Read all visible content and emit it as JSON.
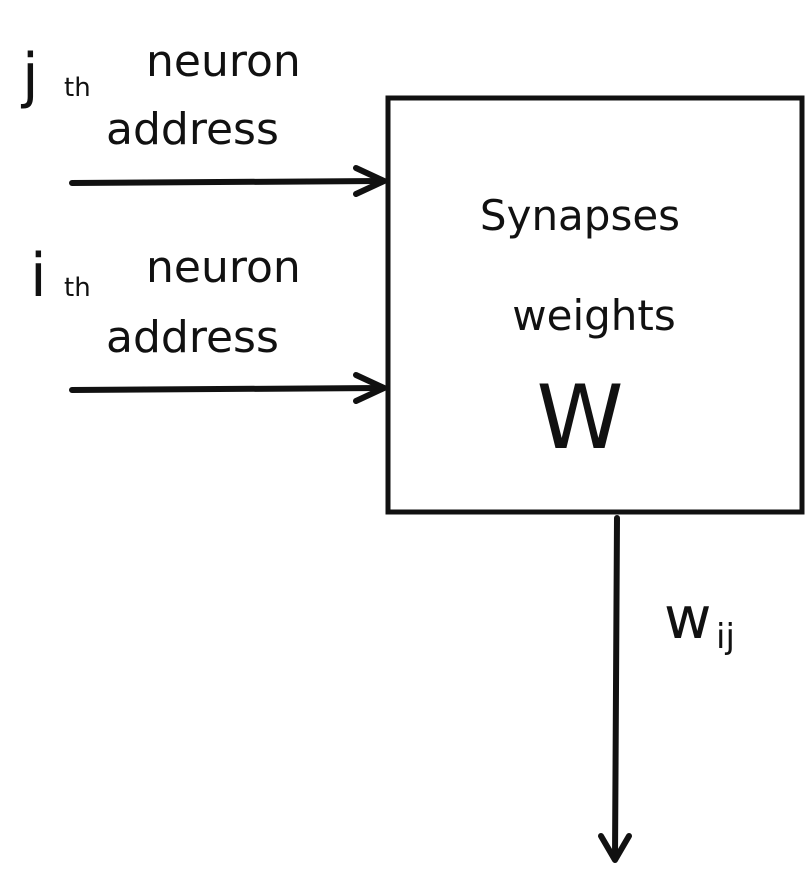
{
  "inputs": {
    "j": {
      "index": "j",
      "subscript": "th",
      "line1": "neuron",
      "line2": "address"
    },
    "i": {
      "index": "i",
      "subscript": "th",
      "line1": "neuron",
      "line2": "address"
    }
  },
  "block": {
    "line1": "Synapses",
    "line2": "weights",
    "symbol": "W"
  },
  "output": {
    "symbol": "w",
    "subscript": "ij"
  }
}
